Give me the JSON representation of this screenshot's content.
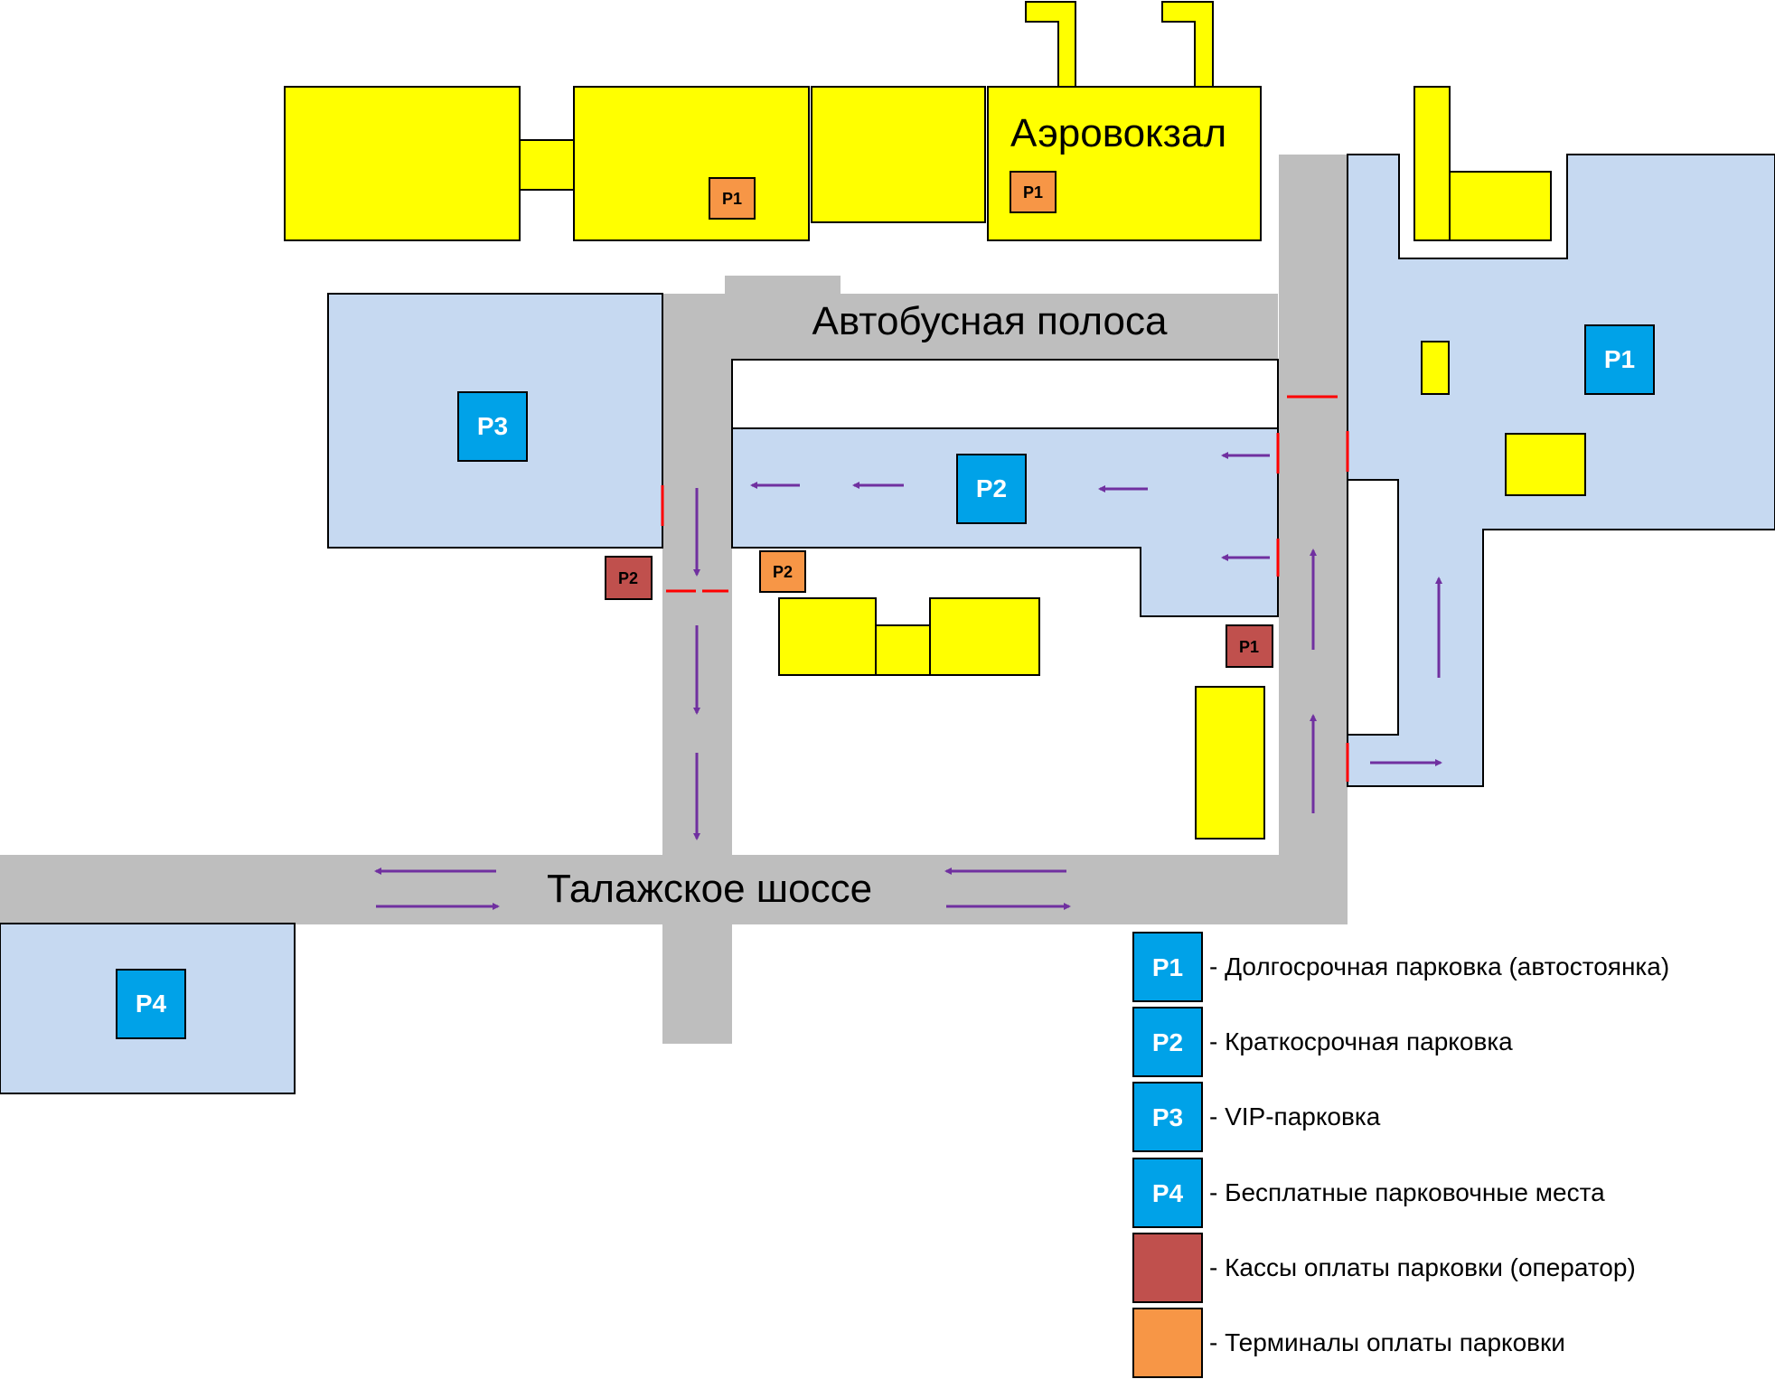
{
  "labels": {
    "terminal": "Аэровокзал",
    "bus_lane": "Автобусная полоса",
    "highway": "Талажское шоссе"
  },
  "zones": {
    "p1": "P1",
    "p2": "P2",
    "p3": "P3",
    "p4": "P4"
  },
  "payment": {
    "terminal_p1_a": "P1",
    "terminal_p1_b": "P1",
    "terminal_p2": "P2",
    "cashier_p2": "P2",
    "cashier_p1": "P1"
  },
  "legend": {
    "items": [
      {
        "badge": "P1",
        "text": "- Долгосрочная парковка (автостоянка)"
      },
      {
        "badge": "P2",
        "text": "- Краткосрочная парковка"
      },
      {
        "badge": "P3",
        "text": "- VIP-парковка"
      },
      {
        "badge": "P4",
        "text": "- Бесплатные парковочные места"
      },
      {
        "badge": "",
        "text": "- Кассы оплаты парковки (оператор)"
      },
      {
        "badge": "",
        "text": "- Терминалы оплаты парковки"
      }
    ]
  },
  "colors": {
    "building": "#ffff00",
    "parking_area": "#c6d9f1",
    "road": "#bebebe",
    "zone_badge": "#00a2e8",
    "cashier": "#c0504d",
    "payment_terminal": "#f79646",
    "arrow": "#7030a0",
    "barrier": "#ff0000"
  }
}
